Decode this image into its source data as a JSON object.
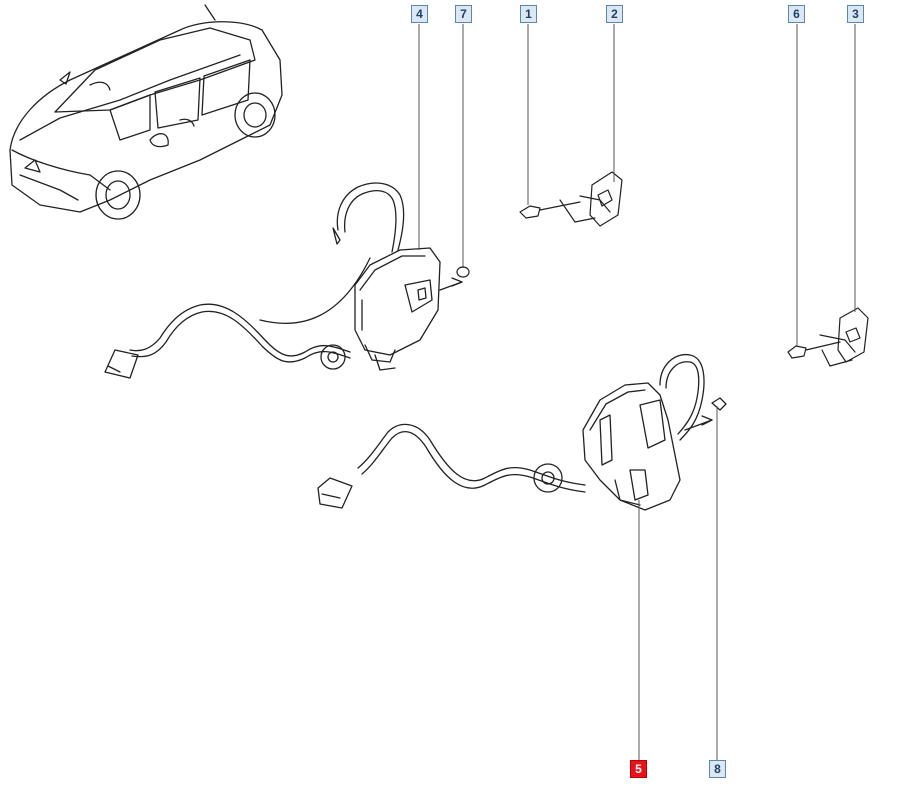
{
  "callouts": [
    {
      "id": "4",
      "selected": false
    },
    {
      "id": "7",
      "selected": false
    },
    {
      "id": "1",
      "selected": false
    },
    {
      "id": "2",
      "selected": false
    },
    {
      "id": "6",
      "selected": false
    },
    {
      "id": "3",
      "selected": false
    },
    {
      "id": "5",
      "selected": true
    },
    {
      "id": "8",
      "selected": false
    }
  ],
  "colors": {
    "callout_fill": "#dbe8f4",
    "callout_border": "#5b86b0",
    "selected_fill": "#e8121a",
    "line": "#222222"
  }
}
